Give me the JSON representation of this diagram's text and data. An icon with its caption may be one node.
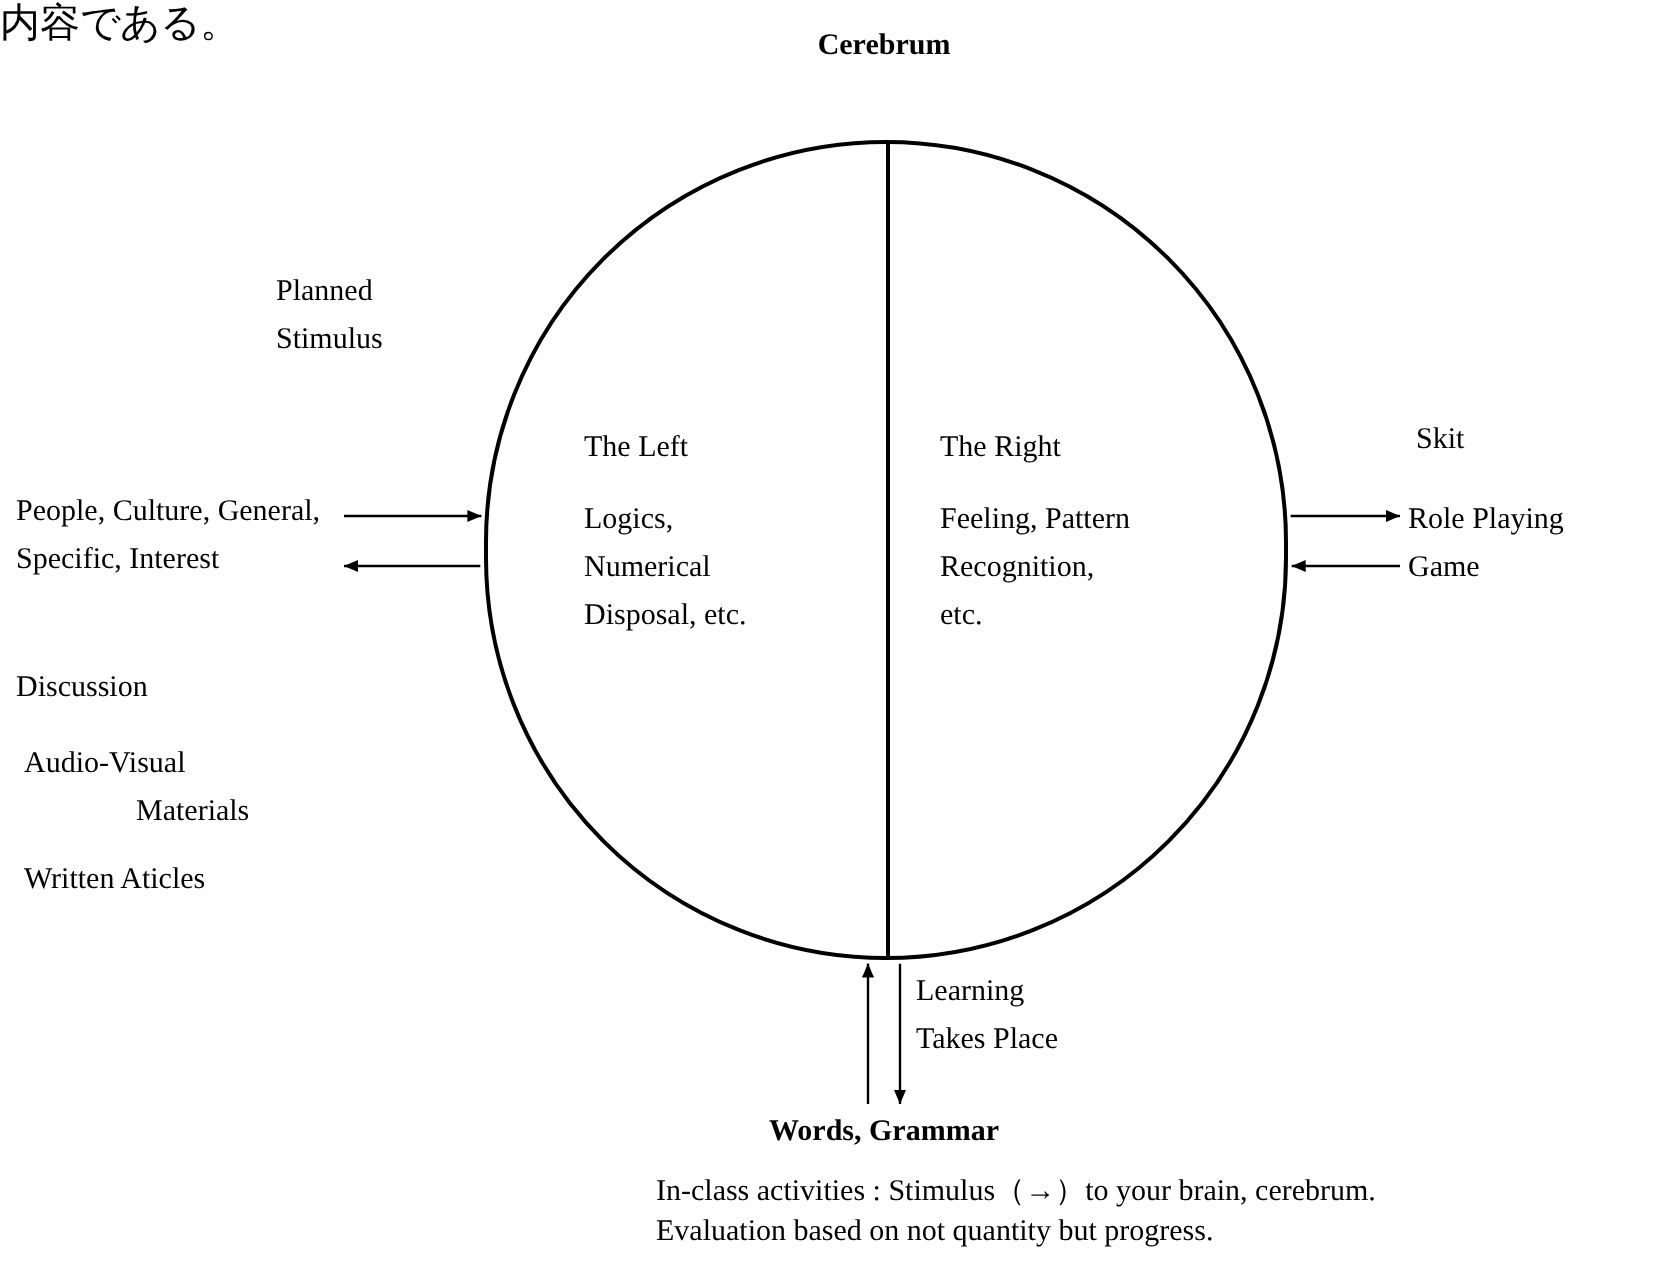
{
  "diagram": {
    "title": "Cerebrum",
    "nodes": [
      {
        "text": [],
        "shape": "circle"
      },
      {
        "text": [
          "The Left",
          "Logics, Numerical Disposal, etc."
        ],
        "in": 0
      },
      {
        "text": [
          "The Right",
          "Feeling, Pattern Recognition, etc."
        ],
        "in": 0
      },
      {
        "text": [
          "People, Culture, General, Specific, Interest"
        ]
      },
      {
        "text": [
          "Role Playing Game"
        ]
      },
      {
        "text": [
          "Words, Grammar"
        ]
      }
    ],
    "edges": [
      {
        "from": 3,
        "to": 0,
        "arrow": "to"
      },
      {
        "from": 0,
        "to": 3,
        "arrow": "to"
      },
      {
        "from": 0,
        "to": 4,
        "arrow": "to"
      },
      {
        "from": 4,
        "to": 0,
        "arrow": "to"
      },
      {
        "from": 5,
        "to": 0,
        "arrow": "to"
      },
      {
        "from": 0,
        "to": 5,
        "arrow": "to"
      }
    ],
    "labels": [
      "内容である。",
      "Planned Stimulus",
      "Skit",
      "Discussion",
      "Audio-Visual Materials",
      "Written Aticles",
      "Learning Takes Place",
      "In-class activities : Stimulus（→）to your brain, cerebrum.",
      "Evaluation based on not quantity but progress."
    ]
  }
}
